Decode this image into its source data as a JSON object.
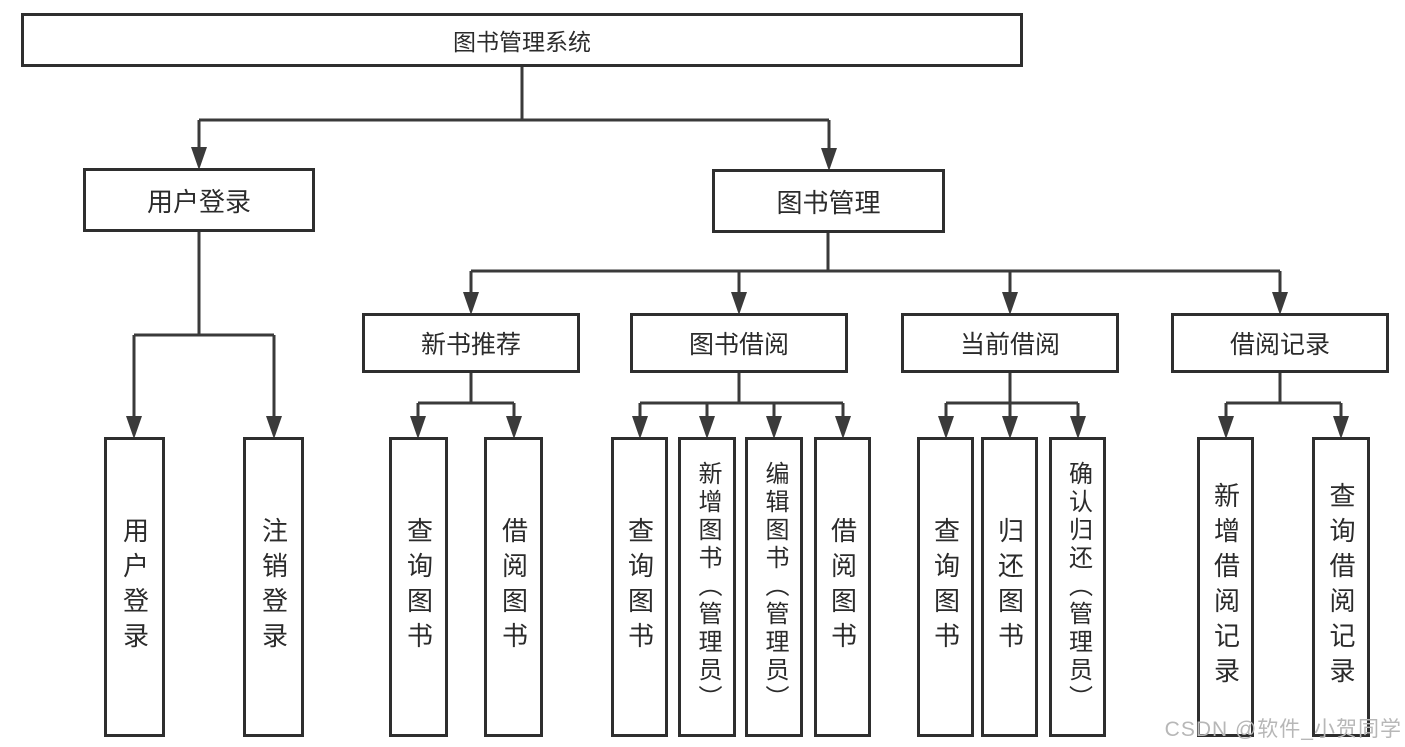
{
  "diagram": {
    "title": "图书管理系统",
    "type": "hierarchy-tree",
    "colors": {
      "background": "#ffffff",
      "box_border": "#2e2e2e",
      "connector_line": "#3a3a3a",
      "text": "#2b2b2b",
      "watermark_text": "#b7b7b7"
    },
    "nodes": {
      "root": {
        "label": "图书管理系统"
      },
      "l2": [
        {
          "label": "用户登录",
          "parent": "图书管理系统"
        },
        {
          "label": "图书管理",
          "parent": "图书管理系统"
        }
      ],
      "l3": [
        {
          "label": "新书推荐",
          "parent": "图书管理"
        },
        {
          "label": "图书借阅",
          "parent": "图书管理"
        },
        {
          "label": "当前借阅",
          "parent": "图书管理"
        },
        {
          "label": "借阅记录",
          "parent": "图书管理"
        }
      ],
      "leaves": [
        {
          "label": "用户登录",
          "parent": "用户登录"
        },
        {
          "label": "注销登录",
          "parent": "用户登录"
        },
        {
          "label": "查询图书",
          "parent": "新书推荐"
        },
        {
          "label": "借阅图书",
          "parent": "新书推荐"
        },
        {
          "label": "查询图书",
          "parent": "图书借阅"
        },
        {
          "label": "新增图书（管理员）",
          "parent": "图书借阅"
        },
        {
          "label": "编辑图书（管理员）",
          "parent": "图书借阅"
        },
        {
          "label": "借阅图书",
          "parent": "图书借阅"
        },
        {
          "label": "查询图书",
          "parent": "当前借阅"
        },
        {
          "label": "归还图书",
          "parent": "当前借阅"
        },
        {
          "label": "确认归还（管理员）",
          "parent": "当前借阅"
        },
        {
          "label": "新增借阅记录",
          "parent": "借阅记录"
        },
        {
          "label": "查询借阅记录",
          "parent": "借阅记录"
        }
      ]
    },
    "watermark": "CSDN @软件_小贺同学"
  }
}
